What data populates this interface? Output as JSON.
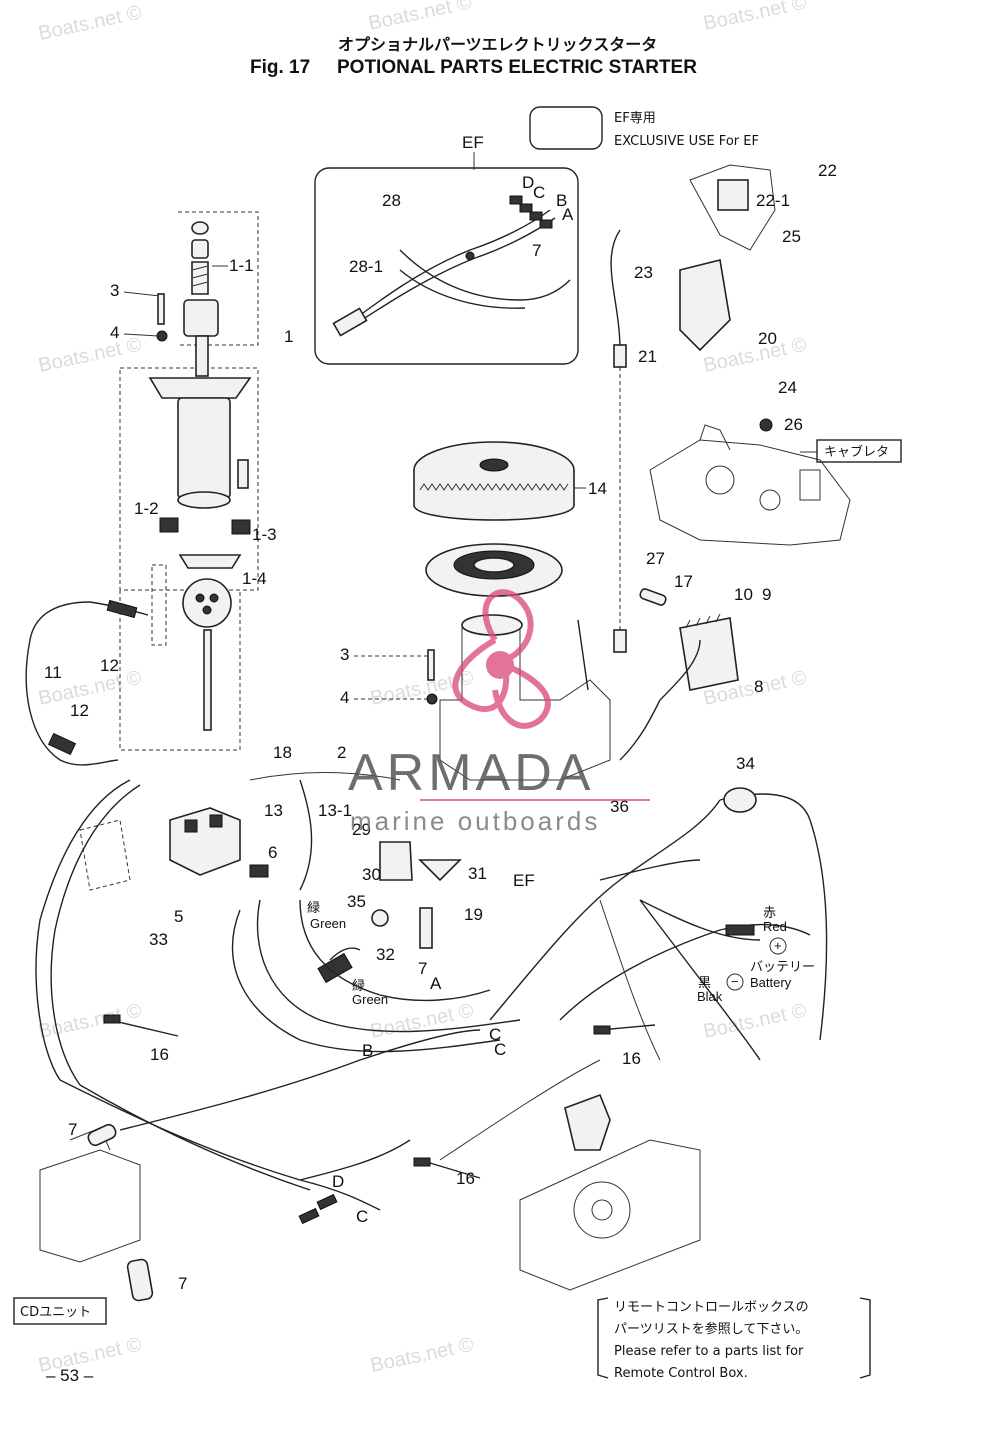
{
  "header": {
    "title_jp": "オプショナルパーツエレクトリックスタータ",
    "fig_label": "Fig. 17",
    "title_en": "POTIONAL PARTS ELECTRIC STARTER"
  },
  "ef_legend": {
    "jp": "EF専用",
    "en": "EXCLUSIVE USE For EF",
    "tag": "EF"
  },
  "callouts": {
    "c1": "1",
    "c1_1": "1-1",
    "c1_2": "1-2",
    "c1_3": "1-3",
    "c1_4": "1-4",
    "c3a": "3",
    "c4a": "4",
    "c3b": "3",
    "c4b": "4",
    "c2": "2",
    "c5": "5",
    "c6": "6",
    "c7a": "7",
    "c7b": "7",
    "c7c": "7",
    "c7d": "7",
    "c8": "8",
    "c9": "9",
    "c10": "10",
    "c11": "11",
    "c12a": "12",
    "c12b": "12",
    "c13": "13",
    "c13_1": "13-1",
    "c14": "14",
    "c16a": "16",
    "c16b": "16",
    "c16c": "16",
    "c17": "17",
    "c18": "18",
    "c19": "19",
    "c20": "20",
    "c21": "21",
    "c22": "22",
    "c22_1": "22-1",
    "c23": "23",
    "c24": "24",
    "c25": "25",
    "c26": "26",
    "c27": "27",
    "c28": "28",
    "c28_1": "28-1",
    "c29": "29",
    "c30": "30",
    "c31": "31",
    "c32": "32",
    "c33": "33",
    "c34": "34",
    "c35": "35",
    "c36": "36",
    "ef_mid": "EF",
    "A1": "A",
    "B1": "B",
    "C1": "C",
    "D1": "D",
    "A2": "A",
    "B2": "B",
    "C2": "C",
    "C3": "C",
    "C4": "C",
    "D2": "D"
  },
  "labels": {
    "carb": "キャブレタ",
    "green1": "Green",
    "green2": "Green",
    "green1_jp": "緑",
    "green2_jp": "緑",
    "red_jp": "赤",
    "red": "Red",
    "black_jp": "黒",
    "black": "Blak",
    "battery_jp": "バッテリー",
    "battery": "Battery",
    "plus": "+",
    "minus": "−",
    "cd_unit": "CDユニット"
  },
  "note": {
    "jp1": "リモートコントロールボックスの",
    "jp2": "パーツリストを参照して下さい。",
    "en1": "Please refer to a parts list for",
    "en2": "Remote Control Box."
  },
  "page_number": "– 53 –",
  "watermarks": {
    "site": "Boats.net ©",
    "brand": "ARMADA",
    "brand_sub": "marine outboards"
  },
  "colors": {
    "ink": "#111111",
    "watermark": "#c8c8c8",
    "logo_pink": "#d9467a"
  }
}
